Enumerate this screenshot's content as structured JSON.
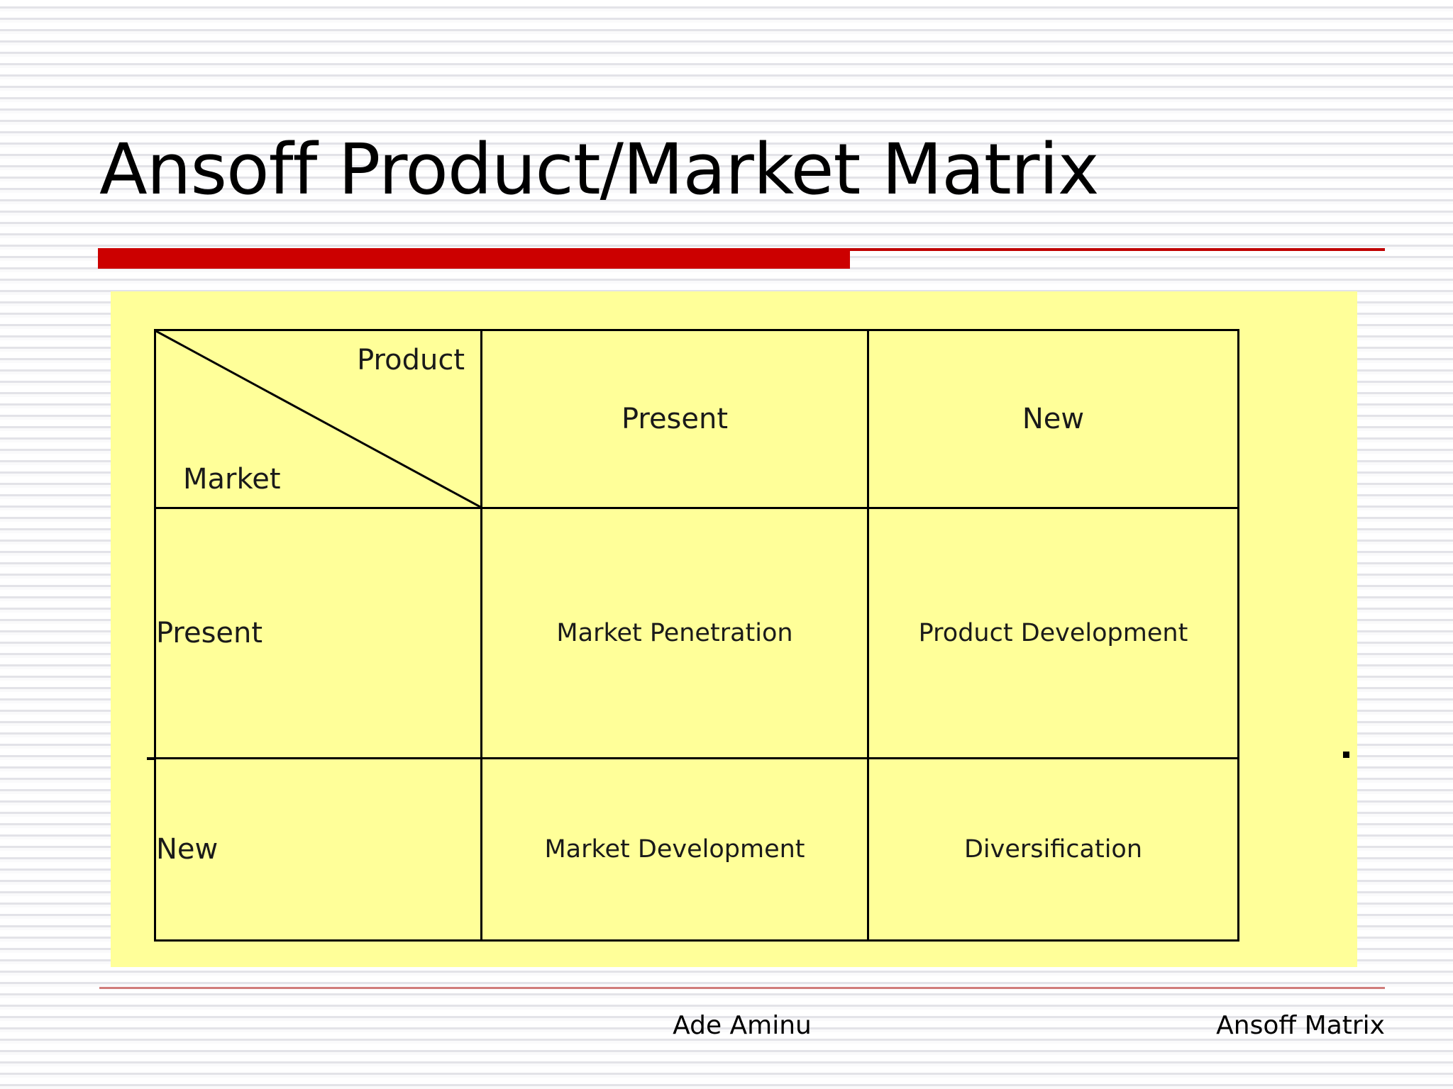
{
  "slide": {
    "title": "Ansoff Product/Market Matrix",
    "accent_color": "#cc0000",
    "panel_color": "#ffff99",
    "rule_color": "#c0504d"
  },
  "matrix": {
    "corner": {
      "column_axis_label": "Product",
      "row_axis_label": "Market"
    },
    "column_headers": [
      "Present",
      "New"
    ],
    "row_headers": [
      "Present",
      "New"
    ],
    "cells": [
      [
        "Market Penetration",
        "Product Development"
      ],
      [
        "Market Development",
        "Diversification"
      ]
    ]
  },
  "footer": {
    "author": "Ade Aminu",
    "topic": "Ansoff Matrix"
  }
}
